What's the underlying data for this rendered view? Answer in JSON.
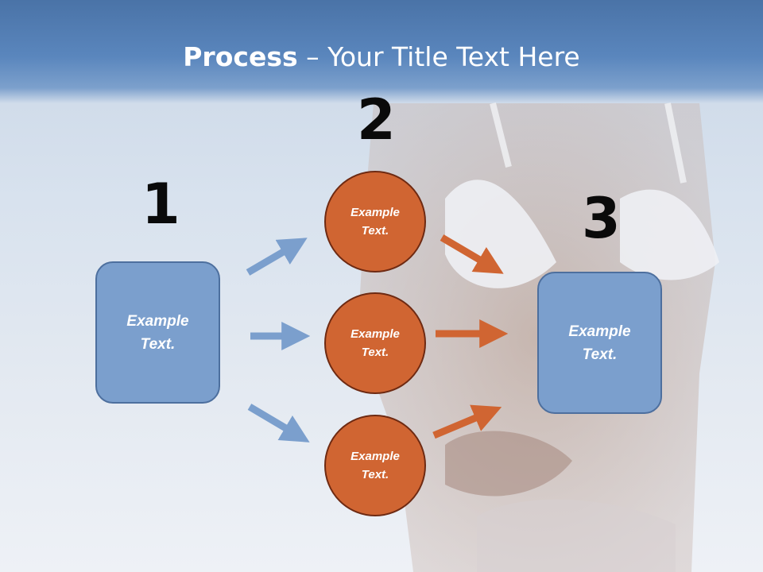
{
  "slide": {
    "title_bold": "Process",
    "title_rest": " – Your Title Text Here"
  },
  "steps": {
    "one": {
      "number": "1",
      "box_text": "Example\nText."
    },
    "two": {
      "number": "2",
      "circles": [
        {
          "text": "Example\nText."
        },
        {
          "text": "Example\nText."
        },
        {
          "text": "Example\nText."
        }
      ]
    },
    "three": {
      "number": "3",
      "box_text": "Example\nText."
    }
  },
  "colors": {
    "box_fill": "#7b9fcd",
    "box_border": "#4d6f9e",
    "circle_fill": "#d06532",
    "circle_border": "#6e2a12",
    "blue_arrow": "#7b9fcd",
    "orange_arrow": "#d06532",
    "header": "#5a86bd"
  }
}
